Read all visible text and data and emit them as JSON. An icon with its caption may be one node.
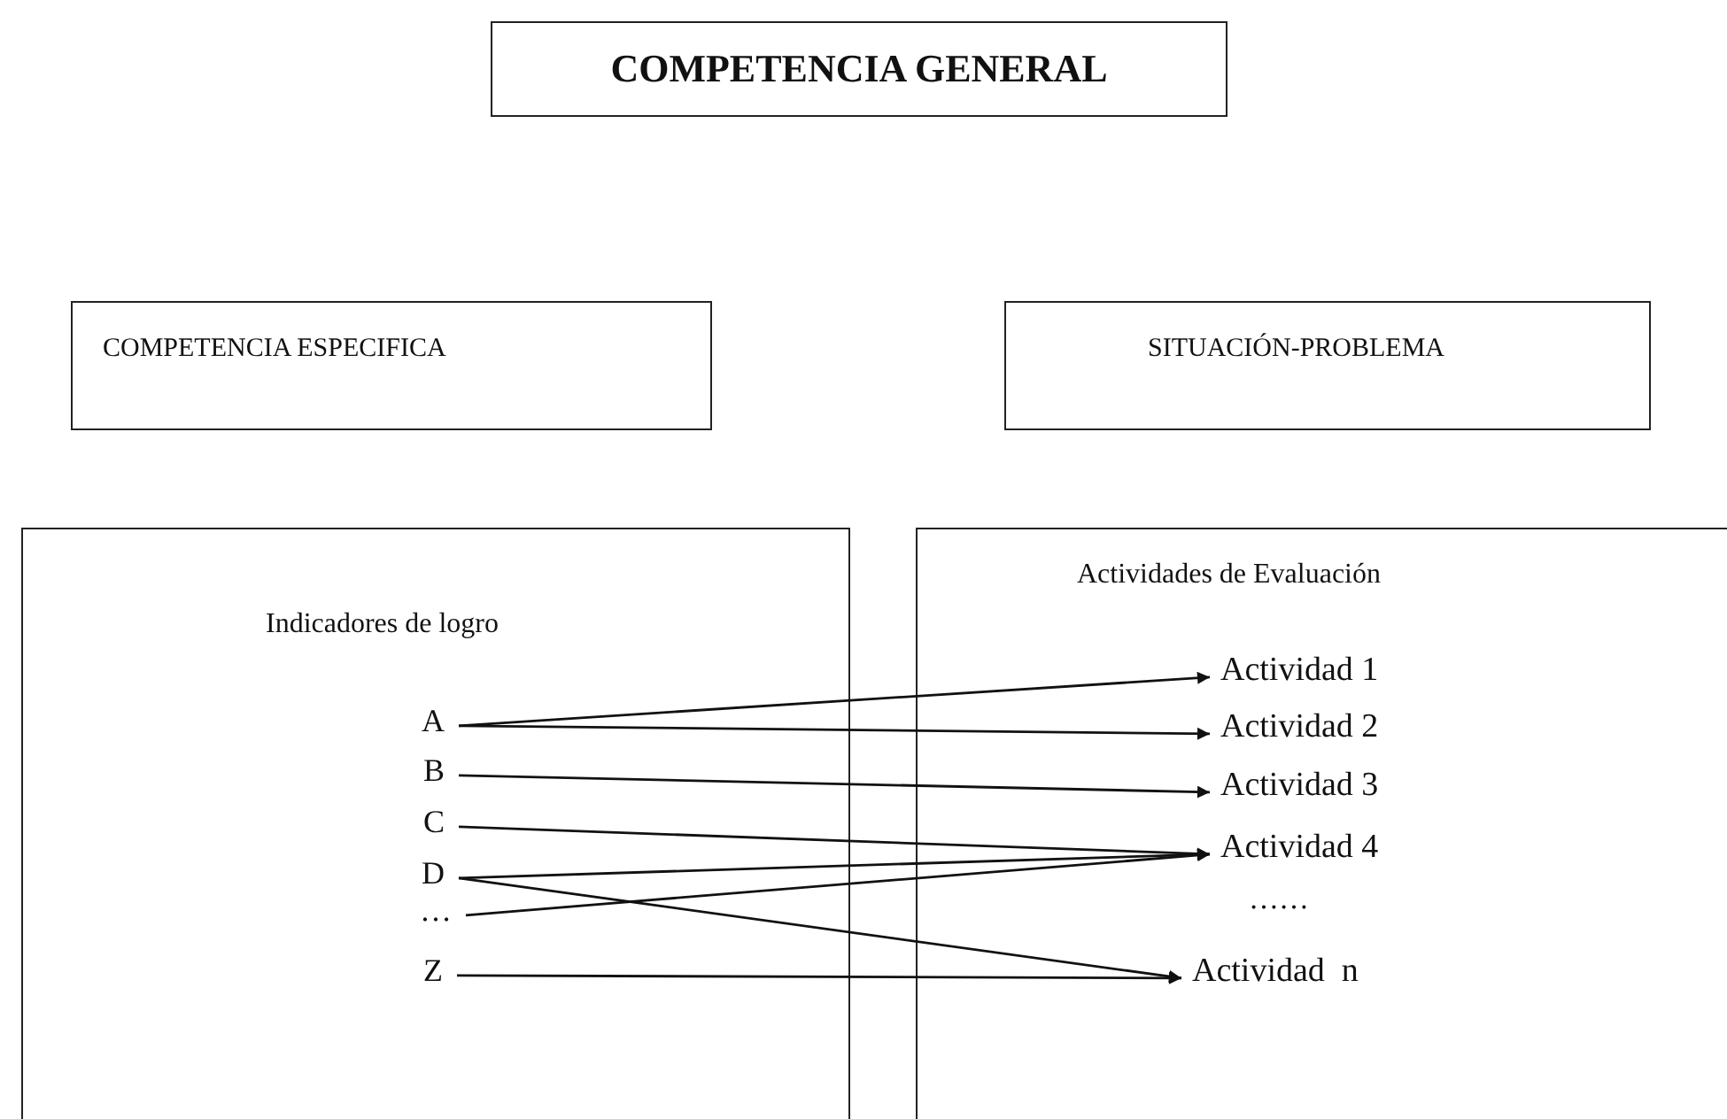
{
  "diagram": {
    "nodes": [
      {
        "text": [
          "COMPETENCIA GENERAL"
        ]
      },
      {
        "text": [
          "COMPETENCIA ESPECIFICA"
        ]
      },
      {
        "text": [
          "SITUACIÓN-PROBLEMA"
        ]
      },
      {
        "text": [
          "Indicadores de logro"
        ]
      },
      {
        "text": [
          "Actividades de Evaluación"
        ]
      },
      {
        "text": [
          "A"
        ],
        "in": 3
      },
      {
        "text": [
          "B"
        ],
        "in": 3
      },
      {
        "text": [
          "C"
        ],
        "in": 3
      },
      {
        "text": [
          "D"
        ],
        "in": 3
      },
      {
        "text": [
          "…"
        ],
        "in": 3
      },
      {
        "text": [
          "Z"
        ],
        "in": 3
      },
      {
        "text": [
          "Actividad 1"
        ],
        "in": 4
      },
      {
        "text": [
          "Actividad 2"
        ],
        "in": 4
      },
      {
        "text": [
          "Actividad 3"
        ],
        "in": 4
      },
      {
        "text": [
          "Actividad 4"
        ],
        "in": 4
      },
      {
        "text": [
          "Actividad  n"
        ],
        "in": 4
      }
    ],
    "edges": [
      {
        "from": 5,
        "to": 11,
        "arrow": "to"
      },
      {
        "from": 5,
        "to": 12,
        "arrow": "to"
      },
      {
        "from": 6,
        "to": 13,
        "arrow": "to"
      },
      {
        "from": 7,
        "to": 14,
        "arrow": "to"
      },
      {
        "from": 8,
        "to": 14,
        "arrow": "to"
      },
      {
        "from": 9,
        "to": 14,
        "arrow": "to"
      },
      {
        "from": 8,
        "to": 15,
        "arrow": "to"
      },
      {
        "from": 10,
        "to": 15,
        "arrow": "to"
      }
    ],
    "labels": [
      "……"
    ]
  }
}
